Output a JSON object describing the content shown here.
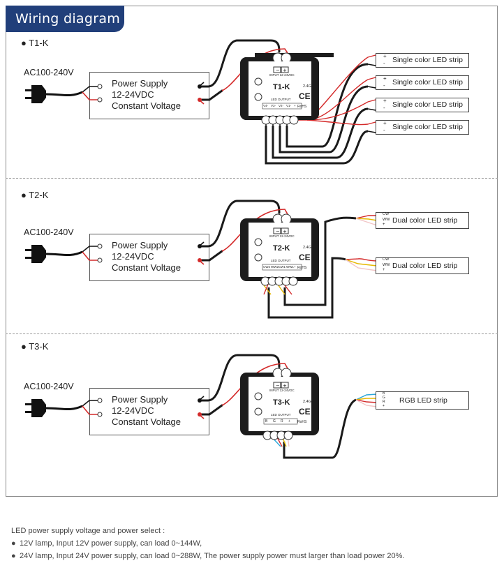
{
  "header": {
    "title": "Wiring diagram"
  },
  "sections": [
    {
      "label": "T1-K",
      "ac_label": "AC100-240V",
      "psu_lines": [
        "Power Supply",
        "12-24VDC",
        "Constant Voltage"
      ],
      "controller": {
        "model": "T1-K",
        "input_label": "INPUT 12-24VDC",
        "output_label": "LED OUTPUT",
        "output_pins": [
          "V4-",
          "V3-",
          "V2-",
          "V1-",
          "+"
        ],
        "freq": "2.4G",
        "cert": "CE",
        "rohs": "RoHS"
      },
      "strips": [
        {
          "label": "Single color LED strip",
          "pins": [
            "+",
            "-"
          ]
        },
        {
          "label": "Single color LED strip",
          "pins": [
            "+",
            "-"
          ]
        },
        {
          "label": "Single color LED strip",
          "pins": [
            "+",
            "-"
          ]
        },
        {
          "label": "Single color LED strip",
          "pins": [
            "+",
            "-"
          ]
        }
      ]
    },
    {
      "label": "T2-K",
      "ac_label": "AC100-240V",
      "psu_lines": [
        "Power Supply",
        "12-24VDC",
        "Constant Voltage"
      ],
      "controller": {
        "model": "T2-K",
        "input_label": "INPUT 12-24VDC",
        "output_label": "LED OUTPUT",
        "output_pins": [
          "CW2",
          "WW2",
          "CW1",
          "WW1",
          "+"
        ],
        "freq": "2.4G",
        "cert": "CE",
        "rohs": "RoHS"
      },
      "strips": [
        {
          "label": "Dual color LED strip",
          "pins": [
            "CW",
            "WW",
            "+"
          ]
        },
        {
          "label": "Dual color LED strip",
          "pins": [
            "CW",
            "WW",
            "+"
          ]
        }
      ]
    },
    {
      "label": "T3-K",
      "ac_label": "AC100-240V",
      "psu_lines": [
        "Power Supply",
        "12-24VDC",
        "Constant Voltage"
      ],
      "controller": {
        "model": "T3-K",
        "input_label": "INPUT 12-24VDC",
        "output_label": "LED OUTPUT",
        "output_pins": [
          "B",
          "G",
          "R",
          "+"
        ],
        "freq": "2.4G",
        "cert": "CE",
        "rohs": "RoHS"
      },
      "strips": [
        {
          "label": "RGB LED strip",
          "pins": [
            "B",
            "G",
            "R",
            "+"
          ]
        }
      ]
    }
  ],
  "notes": {
    "title": "LED power supply voltage and power select :",
    "items": [
      "12V lamp, Input 12V power supply, can load 0~144W,",
      "24V lamp, Input 24V power supply, can load 0~288W, The power supply power must larger than load power 20%."
    ]
  },
  "colors": {
    "title_bg": "#213f7a",
    "wire": "#1a1a1a",
    "red": "#d42a2a",
    "yellow": "#e6b800",
    "blue": "#2aa7d9",
    "white_wire": "#f2f2f2"
  }
}
